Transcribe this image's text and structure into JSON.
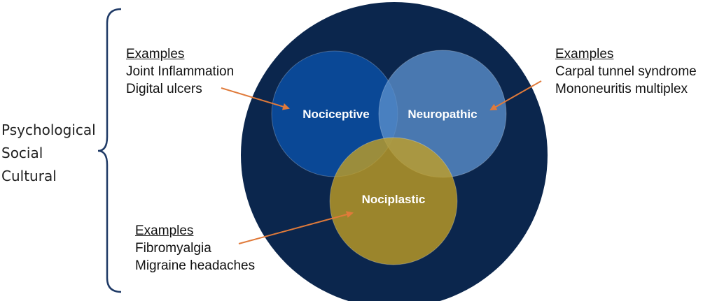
{
  "factors": [
    "Psychological",
    "Social",
    "Cultural"
  ],
  "circles": {
    "nociceptive": {
      "label": "Nociceptive",
      "color": "#0B4A9A"
    },
    "neuropathic": {
      "label": "Neuropathic",
      "color": "#5B8FCC"
    },
    "nociplastic": {
      "label": "Nociplastic",
      "color": "#C4A022"
    },
    "outer": {
      "color": "#0B264D"
    }
  },
  "examples": {
    "nociceptive": {
      "heading": "Examples",
      "items": [
        "Joint Inflammation",
        "Digital ulcers"
      ]
    },
    "neuropathic": {
      "heading": "Examples",
      "items": [
        "Carpal tunnel syndrome",
        "Mononeuritis multiplex"
      ]
    },
    "nociplastic": {
      "heading": "Examples",
      "items": [
        "Fibromyalgia",
        "Migraine headaches"
      ]
    }
  },
  "colors": {
    "arrow": "#E07A3A",
    "bracket": "#1F3A66"
  }
}
